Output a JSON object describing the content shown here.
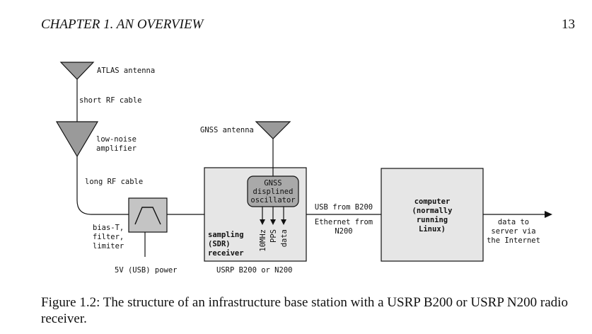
{
  "header": {
    "chapter": "CHAPTER 1.  AN OVERVIEW",
    "page_number": "13"
  },
  "diagram": {
    "atlas_antenna": "ATLAS antenna",
    "short_cable": "short RF cable",
    "lna_line1": "low-noise",
    "lna_line2": "amplifier",
    "long_cable": "long RF cable",
    "filter_line1": "bias-T,",
    "filter_line2": "filter,",
    "filter_line3": "limiter",
    "power": "5V (USB) power",
    "gnss_antenna": "GNSS antenna",
    "oscillator_line1": "GNSS",
    "oscillator_line2": "displined",
    "oscillator_line3": "oscillator",
    "signal_10mhz": "10MHz",
    "signal_pps": "PPS",
    "signal_data": "data",
    "receiver_line1": "sampling",
    "receiver_line2": "(SDR)",
    "receiver_line3": "receiver",
    "usrp_model": "USRP B200 or N200",
    "usb_link": "USB from B200",
    "ethernet_line1": "Ethernet from",
    "ethernet_line2": "N200",
    "computer_line1": "computer",
    "computer_line2": "(normally",
    "computer_line3": "running",
    "computer_line4": "Linux)",
    "output_line1": "data to",
    "output_line2": "server via",
    "output_line3": "the Internet"
  },
  "caption": "Figure 1.2: The structure of an infrastructure base station with a USRP B200 or USRP N200 radio receiver."
}
